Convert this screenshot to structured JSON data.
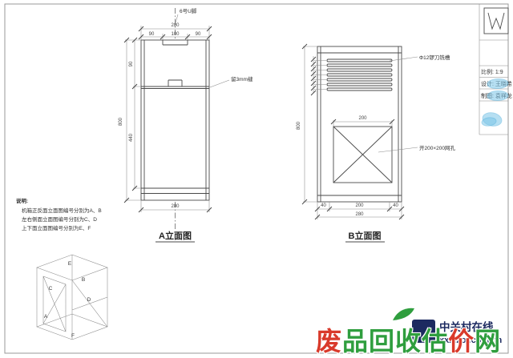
{
  "sheet": {
    "title_block": {
      "logo_icon": "w-zigzag-logo",
      "scale": "比例: 1:9",
      "designer": "设计: 王晓希",
      "drafter": "制图: 袁祥龙"
    },
    "colors": {
      "highlight_blue": "#7cc6e8",
      "watermark_green": "#2f9e3e",
      "watermark_red": "#d93a2b",
      "zol_navy": "#1c2a60"
    }
  },
  "elevation_a": {
    "title": "A立面图",
    "labels": {
      "u_foot": "6号U脚",
      "gap": "留3mm缝"
    },
    "dims": {
      "overall_width": "280",
      "top_segments": [
        "90",
        "100",
        "90"
      ],
      "overall_height": "800",
      "upper_segment": "90",
      "middle_segment": "440",
      "bottom_width": "280"
    }
  },
  "elevation_b": {
    "title": "B立面图",
    "labels": {
      "slots": "Φ12锣刀铣槽",
      "mesh_opening": "开200×200网孔"
    },
    "dims": {
      "overall_height": "800",
      "mesh_width": "200",
      "bottom_segments": [
        "40",
        "200",
        "40"
      ],
      "bottom_width": "280"
    }
  },
  "notes": {
    "heading": "说明:",
    "lines": [
      "机箱正反面立面图编号分别为A、B",
      "左右侧面立面图编号分别为C、D",
      "上下面立面图编号分别为E、F"
    ]
  },
  "iso_view": {
    "face_labels": {
      "top": "E",
      "back": "B",
      "left": "C",
      "right": "D",
      "front": "A",
      "bottom": "F"
    }
  },
  "watermarks": {
    "zol": {
      "name": "中关村在线",
      "url": "xxx.zol.com.cn"
    },
    "recycling": {
      "chars": [
        "废",
        "品",
        "回",
        "收",
        "估",
        "价",
        "网"
      ],
      "colors": [
        "#d93a2b",
        "#2f9e3e",
        "#2f9e3e",
        "#2f9e3e",
        "#2f9e3e",
        "#d93a2b",
        "#2f9e3e"
      ]
    }
  }
}
